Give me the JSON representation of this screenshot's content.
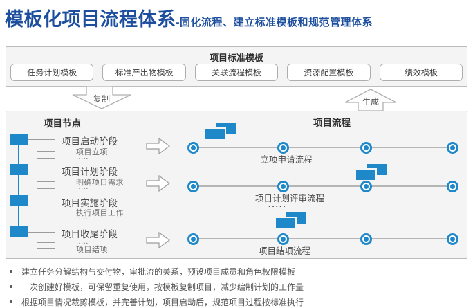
{
  "title": {
    "main": "模板化项目流程体系",
    "subtitle": "-固化流程、建立标准模板和规范管理体系"
  },
  "template_panel": {
    "header": "项目标准模板",
    "items": [
      "任务计划模板",
      "标准产出物模板",
      "关联流程模板",
      "资源配置模板",
      "绩效模板"
    ]
  },
  "connectors": {
    "copy": "复制",
    "generate": "生成"
  },
  "nodes_panel": {
    "header": "项目节点",
    "phases": [
      {
        "label": "项目启动阶段",
        "sub1": "项目立项",
        "sub2": "....."
      },
      {
        "label": "项目计划阶段",
        "sub1": "明确项目需求",
        "sub2": "....."
      },
      {
        "label": "项目实施阶段",
        "sub1": "执行项目工作",
        "sub2": "....."
      },
      {
        "label": "项目收尾阶段",
        "sub1": ".....",
        "sub2": "项目结项"
      }
    ]
  },
  "flows_panel": {
    "header": "项目流程",
    "ellipsis": ".....",
    "flows": [
      {
        "label": "立项申请流程"
      },
      {
        "label": "项目计划评审流程"
      },
      {
        "label": "项目结项流程"
      }
    ]
  },
  "notes": [
    "建立任务分解结构与交付物，审批流的关系，预设项目成员和角色权限模板",
    "一次创建好模板，可保留重复使用，按模板复制项目，减少编制计划的工作量",
    "根据项目情况裁剪模板，并完善计划，项目启动后，规范项目过程按标准执行"
  ],
  "colors": {
    "accent_blue": "#1f88c9",
    "title_blue": "#1d4f9e",
    "panel_bg": "#f4f4f4",
    "line_gray": "#9c9c9c"
  }
}
